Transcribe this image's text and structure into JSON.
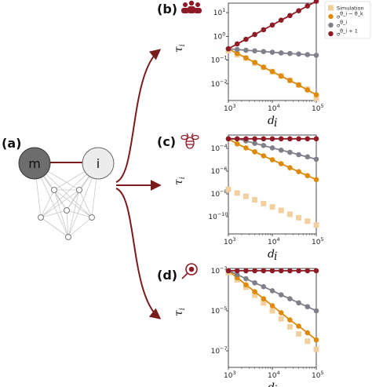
{
  "figure": {
    "panel_a_label": "(a)",
    "node_m": "m",
    "node_i": "i"
  },
  "colors": {
    "simulation": "#f2cf9f",
    "orange": "#dd8a0b",
    "gray": "#80808a",
    "darkred": "#8e1b26",
    "arrow": "#7a1c1c"
  },
  "chart_data": [
    {
      "id": "b",
      "type": "line",
      "panel_label": "(b)",
      "icon": "group-people-icon",
      "xlabel": "d_i",
      "ylabel": "τ_i",
      "xscale": "log",
      "yscale": "log",
      "xlim": [
        1000,
        100000
      ],
      "ylim": [
        0.002,
        25
      ],
      "xticks": [
        {
          "v": 1000,
          "exp": "3"
        },
        {
          "v": 10000,
          "exp": "4"
        },
        {
          "v": 100000,
          "exp": "5"
        }
      ],
      "yticks": [
        {
          "v": 10,
          "exp": "1"
        },
        {
          "v": 1,
          "exp": "0"
        },
        {
          "v": 0.1,
          "exp": "−1"
        },
        {
          "v": 0.01,
          "exp": "−2"
        }
      ],
      "legend": {
        "position": "top-right",
        "entries": [
          {
            "label": "Simulation",
            "sup": "",
            "series": "Simulation"
          },
          {
            "label": "σ",
            "sup": "θ_i − θ_k",
            "series": "orange"
          },
          {
            "label": "σ",
            "sup": "θ_i",
            "series": "gray"
          },
          {
            "label": "σ",
            "sup": "θ_i + 1",
            "series": "darkred"
          }
        ]
      },
      "series": [
        {
          "name": "Simulation",
          "style": "square",
          "color": "#f2cf9f",
          "x": [
            1000,
            1585,
            2512,
            3981,
            6310,
            10000,
            15850,
            25120,
            39810,
            63100,
            100000
          ],
          "y": [
            0.25,
            0.17,
            0.12,
            0.075,
            0.05,
            0.033,
            0.022,
            0.014,
            0.009,
            0.006,
            0.0025
          ]
        },
        {
          "name": "orange",
          "style": "line-dot",
          "color": "#dd8a0b",
          "x": [
            1000,
            1585,
            2512,
            3981,
            6310,
            10000,
            15850,
            25120,
            39810,
            63100,
            100000
          ],
          "y": [
            0.3,
            0.19,
            0.125,
            0.08,
            0.05,
            0.033,
            0.021,
            0.014,
            0.009,
            0.0055,
            0.0035
          ]
        },
        {
          "name": "gray",
          "style": "line-dot",
          "color": "#80808a",
          "x": [
            1000,
            1585,
            2512,
            3981,
            6310,
            10000,
            15850,
            25120,
            39810,
            63100,
            100000
          ],
          "y": [
            0.3,
            0.28,
            0.26,
            0.245,
            0.23,
            0.215,
            0.2,
            0.19,
            0.18,
            0.17,
            0.16
          ]
        },
        {
          "name": "darkred",
          "style": "line-dot",
          "color": "#8e1b26",
          "x": [
            1000,
            1585,
            2512,
            3981,
            6310,
            10000,
            15850,
            25120,
            39810,
            63100,
            100000
          ],
          "y": [
            0.3,
            0.48,
            0.75,
            1.2,
            1.9,
            3.0,
            4.8,
            7.5,
            12.0,
            19.0,
            30.0
          ]
        }
      ]
    },
    {
      "id": "c",
      "type": "line",
      "panel_label": "(c)",
      "icon": "bee-icon",
      "xlabel": "d_i",
      "ylabel": "τ_i",
      "xscale": "log",
      "yscale": "log",
      "xlim": [
        1000,
        100000
      ],
      "ylim": [
        3e-12,
        0.0015
      ],
      "xticks": [
        {
          "v": 1000,
          "exp": "3"
        },
        {
          "v": 10000,
          "exp": "4"
        },
        {
          "v": 100000,
          "exp": "5"
        }
      ],
      "yticks": [
        {
          "v": 0.0001,
          "exp": "−4"
        },
        {
          "v": 1e-06,
          "exp": "−6"
        },
        {
          "v": 1e-08,
          "exp": "−8"
        },
        {
          "v": 1e-10,
          "exp": "−10"
        }
      ],
      "series": [
        {
          "name": "Simulation",
          "style": "square",
          "color": "#f2cf9f",
          "x": [
            1000,
            1585,
            2512,
            3981,
            6310,
            10000,
            15850,
            25120,
            39810,
            63100,
            100000
          ],
          "y": [
            2.5e-08,
            1.2e-08,
            6e-09,
            3e-09,
            1.4e-09,
            7e-10,
            3.5e-10,
            1.6e-10,
            8e-11,
            4e-11,
            1.8e-11
          ]
        },
        {
          "name": "orange",
          "style": "line-dot",
          "color": "#dd8a0b",
          "x": [
            1000,
            1585,
            2512,
            3981,
            6310,
            10000,
            15850,
            25120,
            39810,
            63100,
            100000
          ],
          "y": [
            0.0007,
            0.00025,
            0.00011,
            5e-05,
            2.2e-05,
            1e-05,
            4.5e-06,
            2e-06,
            9e-07,
            4e-07,
            1.8e-07
          ]
        },
        {
          "name": "gray",
          "style": "line-dot",
          "color": "#80808a",
          "x": [
            1000,
            1585,
            2512,
            3981,
            6310,
            10000,
            15850,
            25120,
            39810,
            63100,
            100000
          ],
          "y": [
            0.0007,
            0.0007,
            0.00045,
            0.00028,
            0.00018,
            0.00011,
            7e-05,
            4.5e-05,
            2.8e-05,
            1.8e-05,
            1.1e-05
          ]
        },
        {
          "name": "darkred",
          "style": "line-dot",
          "color": "#8e1b26",
          "x": [
            1000,
            1585,
            2512,
            3981,
            6310,
            10000,
            15850,
            25120,
            39810,
            63100,
            100000
          ],
          "y": [
            0.0007,
            0.0007,
            0.0007,
            0.0007,
            0.0007,
            0.0007,
            0.0007,
            0.0007,
            0.0007,
            0.0007,
            0.0007
          ]
        }
      ]
    },
    {
      "id": "d",
      "type": "line",
      "panel_label": "(d)",
      "icon": "magnifier-bug-icon",
      "xlabel": "d_i",
      "ylabel": "τ_i",
      "xscale": "log",
      "yscale": "log",
      "xlim": [
        1000,
        100000
      ],
      "ylim": [
        1.5e-08,
        0.0013
      ],
      "xticks": [
        {
          "v": 1000,
          "exp": "3"
        },
        {
          "v": 10000,
          "exp": "4"
        },
        {
          "v": 100000,
          "exp": "5"
        }
      ],
      "yticks": [
        {
          "v": 0.001,
          "exp": "−3"
        },
        {
          "v": 1e-05,
          "exp": "−5"
        },
        {
          "v": 1e-07,
          "exp": "−7"
        }
      ],
      "series": [
        {
          "name": "Simulation",
          "style": "square",
          "color": "#f2cf9f",
          "x": [
            1000,
            1585,
            2512,
            3981,
            6310,
            10000,
            15850,
            25120,
            39810,
            63100,
            100000
          ],
          "y": [
            0.0008,
            0.00035,
            0.00015,
            6e-05,
            2.5e-05,
            1e-05,
            4e-06,
            1.6e-06,
            7e-07,
            3e-07,
            1.2e-07
          ]
        },
        {
          "name": "orange",
          "style": "line-dot",
          "color": "#dd8a0b",
          "x": [
            1000,
            1585,
            2512,
            3981,
            6310,
            10000,
            15850,
            25120,
            39810,
            63100,
            100000
          ],
          "y": [
            0.001,
            0.00045,
            0.0002,
            9e-05,
            4e-05,
            1.8e-05,
            8e-06,
            3.5e-06,
            1.7e-06,
            8e-07,
            3.5e-07
          ]
        },
        {
          "name": "gray",
          "style": "line-dot",
          "color": "#80808a",
          "x": [
            1000,
            1585,
            2512,
            3981,
            6310,
            10000,
            15850,
            25120,
            39810,
            63100,
            100000
          ],
          "y": [
            0.001,
            0.00065,
            0.0004,
            0.00025,
            0.00016,
            0.0001,
            6.3e-05,
            4e-05,
            2.5e-05,
            1.6e-05,
            1e-05
          ]
        },
        {
          "name": "darkred",
          "style": "line-dot",
          "color": "#8e1b26",
          "x": [
            1000,
            1585,
            2512,
            3981,
            6310,
            10000,
            15850,
            25120,
            39810,
            63100,
            100000
          ],
          "y": [
            0.001,
            0.001,
            0.001,
            0.001,
            0.001,
            0.001,
            0.001,
            0.001,
            0.001,
            0.001,
            0.001
          ]
        }
      ]
    }
  ]
}
